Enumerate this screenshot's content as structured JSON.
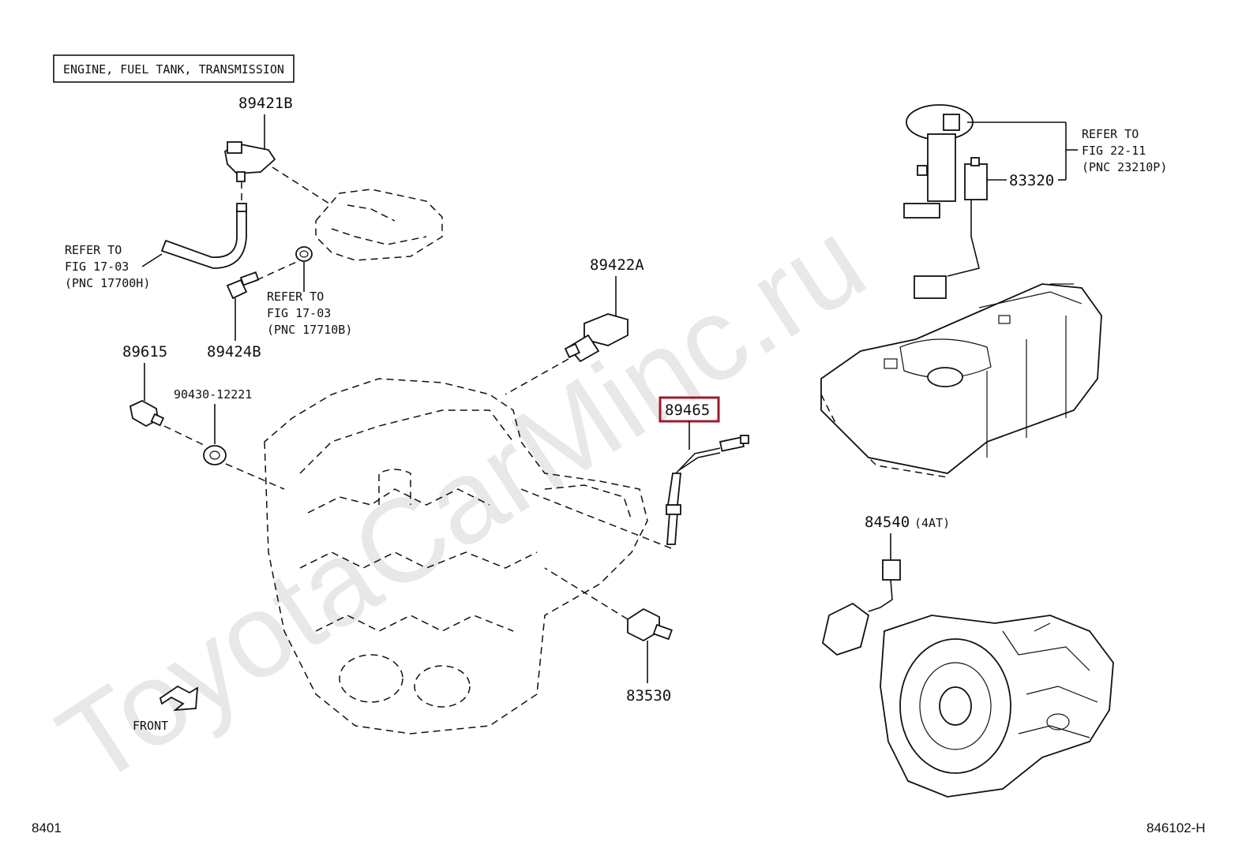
{
  "header": {
    "section_title": "ENGINE, FUEL TANK, TRANSMISSION"
  },
  "watermark": "ToyotaCarMinc.ru",
  "parts": {
    "p89421B": "89421B",
    "p89422A": "89422A",
    "p89424B": "89424B",
    "p89615": "89615",
    "p90430": "90430-12221",
    "p89465": "89465",
    "p83530": "83530",
    "p83320": "83320",
    "p84540": "84540",
    "p84540_note": "(4AT)"
  },
  "refs": {
    "r1": [
      "REFER TO",
      "FIG 17-03",
      "(PNC 17700H)"
    ],
    "r2": [
      "REFER TO",
      "FIG 17-03",
      "(PNC 17710B)"
    ],
    "r3": [
      "REFER TO",
      "FIG 22-11",
      "(PNC 23210P)"
    ]
  },
  "front_label": "FRONT",
  "footer": {
    "left_code": "8401",
    "right_code": "846102-H"
  },
  "colors": {
    "highlight": "#9b1b30",
    "ink": "#111111",
    "watermark": "#e8e8e8"
  }
}
